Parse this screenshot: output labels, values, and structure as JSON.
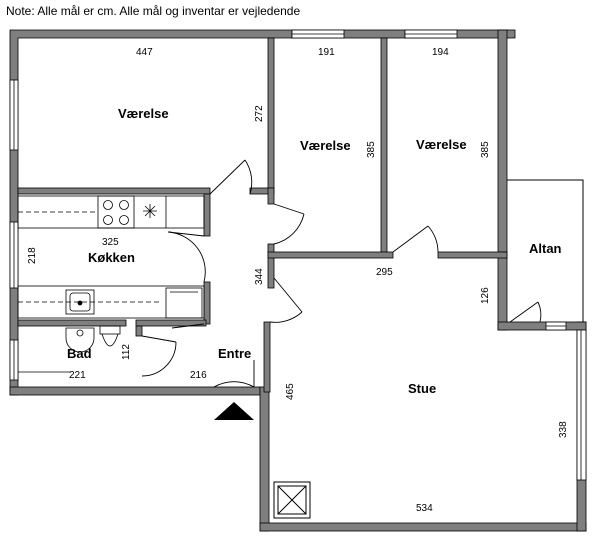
{
  "note": "Note: Alle mål er cm. Alle mål og inventar er vejledende",
  "rooms": {
    "vaerelse_1": "Værelse",
    "vaerelse_2": "Værelse",
    "vaerelse_3": "Værelse",
    "koekken": "Køkken",
    "bad": "Bad",
    "entre": "Entre",
    "stue": "Stue",
    "altan": "Altan"
  },
  "dimensions": {
    "vaerelse_1_width": "447",
    "vaerelse_1_depth": "272",
    "vaerelse_2_width": "191",
    "vaerelse_2_depth": "385",
    "vaerelse_3_width": "194",
    "vaerelse_3_depth": "385",
    "koekken_width": "325",
    "koekken_depth": "218",
    "bad_width": "221",
    "bad_depth": "112",
    "entre_width": "216",
    "entre_depth": "344",
    "hall_width": "295",
    "stue_step": "126",
    "stue_depth": "465",
    "stue_side": "338",
    "stue_width": "534"
  },
  "colors": {
    "wall": "#7f7f7f",
    "wall_outline": "#000000",
    "background": "#ffffff"
  }
}
